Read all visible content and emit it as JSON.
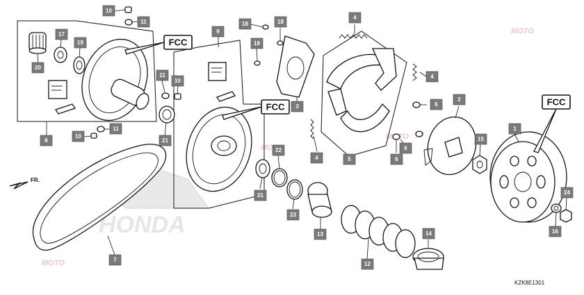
{
  "diagram": {
    "watermark": "MOTO",
    "background_brand": "HONDA",
    "direction_label": "FR.",
    "drawing_code": "KZK8E1301",
    "fcc_labels": [
      "FCC",
      "FCC",
      "FCC"
    ],
    "callouts": [
      "10",
      "11",
      "17",
      "19",
      "20",
      "8",
      "11",
      "10",
      "21",
      "10",
      "11",
      "9",
      "18",
      "18",
      "18",
      "4",
      "4",
      "3",
      "4",
      "5",
      "6",
      "6",
      "6",
      "2",
      "1",
      "15",
      "22",
      "21",
      "23",
      "13",
      "12",
      "14",
      "16",
      "24",
      "7"
    ]
  }
}
